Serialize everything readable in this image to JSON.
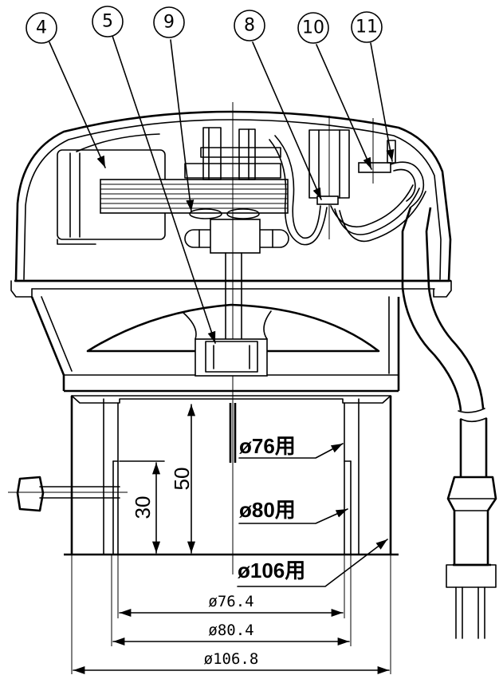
{
  "callouts": [
    {
      "id": "4",
      "label": "4"
    },
    {
      "id": "5",
      "label": "5"
    },
    {
      "id": "9",
      "label": "9"
    },
    {
      "id": "8",
      "label": "8"
    },
    {
      "id": "10",
      "label": "10"
    },
    {
      "id": "11",
      "label": "11"
    }
  ],
  "size_labels": {
    "d76": "ø76用",
    "d80": "ø80用",
    "d106": "ø106用"
  },
  "dimensions": {
    "d76_4": "ø76.4",
    "d80_4": "ø80.4",
    "d106_8": "ø106.8",
    "h50": "50",
    "h30": "30"
  }
}
